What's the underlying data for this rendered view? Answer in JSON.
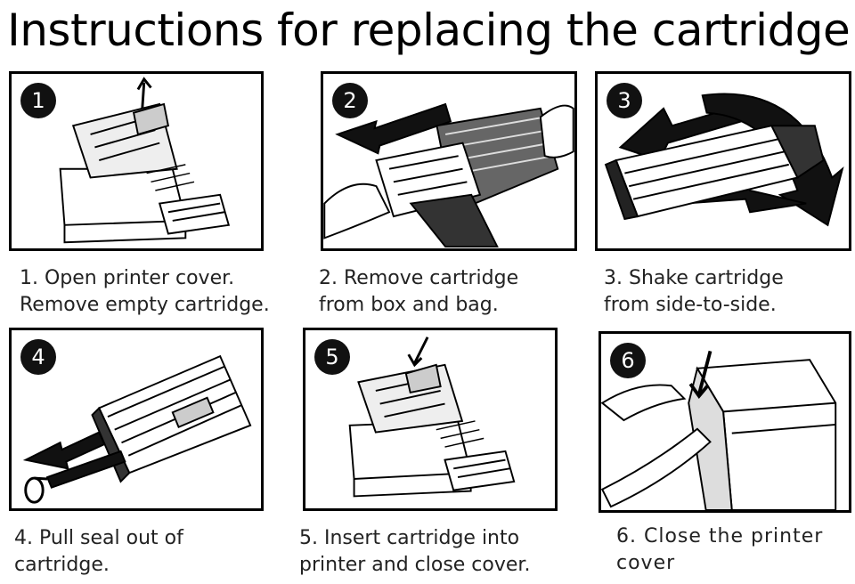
{
  "title": "Instructions for replacing the cartridge",
  "steps": [
    {
      "number": "1",
      "line1": "1. Open printer cover.",
      "line2": "Remove empty cartridge."
    },
    {
      "number": "2",
      "line1": "2. Remove cartridge",
      "line2": "from box and bag."
    },
    {
      "number": "3",
      "line1": "3. Shake cartridge",
      "line2": "from side-to-side."
    },
    {
      "number": "4",
      "line1": "4. Pull seal out of",
      "line2": "cartridge."
    },
    {
      "number": "5",
      "line1": "5. Insert cartridge into",
      "line2": "printer and close cover."
    },
    {
      "number": "6",
      "line1": "6. Close the printer",
      "line2": "cover"
    }
  ]
}
